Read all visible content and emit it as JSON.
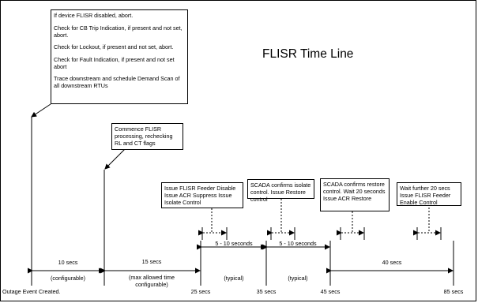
{
  "title": "FLISR Time Line",
  "boxes": {
    "initial": [
      "If device FLISR disabled, abort.",
      "Check for CB Trip Indication, if present and not set, abort.",
      "Check for Lockout, if present and not set, abort.",
      "Check for Fault Indication, if present and not set abort",
      "Trace downstream and schedule Demand Scan of all downstream RTUs"
    ],
    "commence": "Commence FLISR processing, rechecking RL and CT flags",
    "issue_disable": "Issue FLISR Feeder Disable Issue ACR Suppress Issue Isolate Control",
    "confirm_isolate": "SCADA confirms isolate control. Issue Restore control",
    "confirm_restore": "SCADA confirms restore control. Wait 20 seconds Issue ACR Restore",
    "enable": "Wait further 20 secs Issue FLISR Feeder Enable Control"
  },
  "intervals": {
    "i1": {
      "duration": "10 secs",
      "note": "(configurable)"
    },
    "i2": {
      "duration": "15 secs",
      "note": "(max allowed time configurable)"
    },
    "i3": {
      "duration": "5 - 10 seconds",
      "note": "(typical)"
    },
    "i4": {
      "duration": "5 - 10 seconds",
      "note": "(typical)"
    },
    "i5": {
      "duration": "40 secs",
      "note": ""
    }
  },
  "markers": {
    "start": "Outage Event Created.",
    "t25": "25 secs",
    "t35": "35 secs",
    "t45": "45 secs",
    "t85": "85 secs"
  },
  "colors": {
    "line": "#000000",
    "background": "#ffffff"
  }
}
